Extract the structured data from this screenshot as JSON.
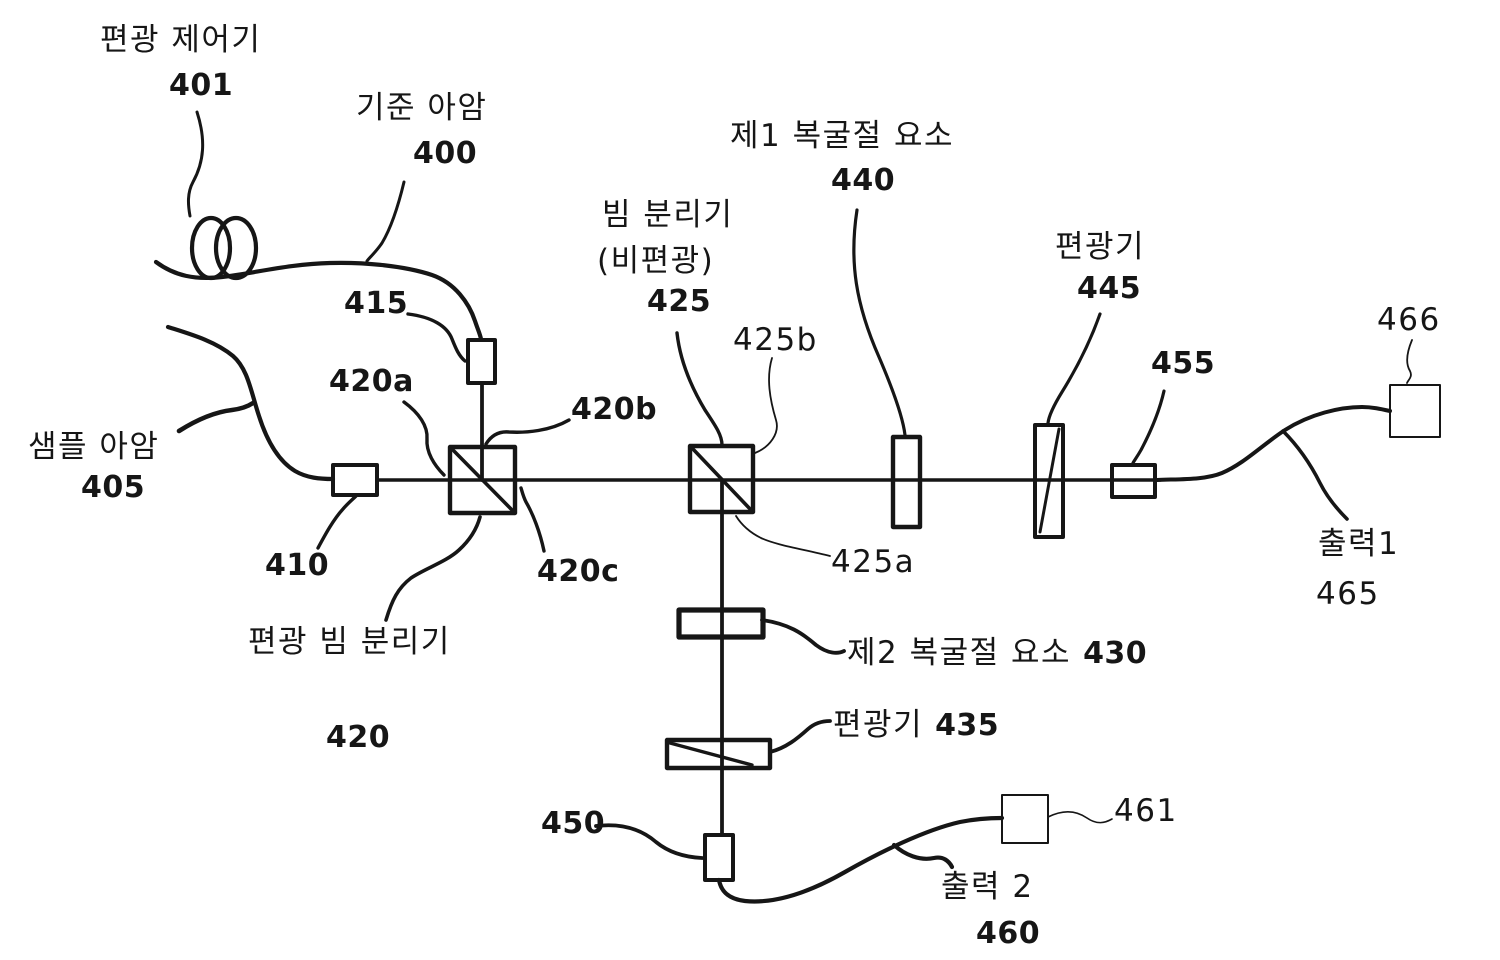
{
  "figure": {
    "ink_color": "#161616",
    "background_color": "#ffffff"
  },
  "labels": {
    "pol_controller": "편광 제어기",
    "ref401": "401",
    "reference_arm": "기준 아암",
    "ref400": "400",
    "ref415": "415",
    "ref420a": "420a",
    "ref420b": "420b",
    "sample_arm": "샘플 아암",
    "ref405": "405",
    "ref410": "410",
    "ref420c": "420c",
    "pbs": "편광 빔 분리기",
    "ref420": "420",
    "beam_splitter_line1": "빔 분리기",
    "beam_splitter_line2": "(비편광)",
    "ref425": "425",
    "ref425a": "425a",
    "ref425b": "425b",
    "first_birefringent": "제1 복굴절 요소",
    "ref440": "440",
    "polarizer_top": "편광기",
    "ref445": "445",
    "ref455": "455",
    "ref466": "466",
    "output1": "출력1",
    "ref465": "465",
    "second_birefringent": "제2 복굴절 요소",
    "ref430": "430",
    "polarizer_bottom": "편광기",
    "ref435": "435",
    "ref450": "450",
    "output2": "출력 2",
    "ref460": "460",
    "ref461": "461"
  }
}
